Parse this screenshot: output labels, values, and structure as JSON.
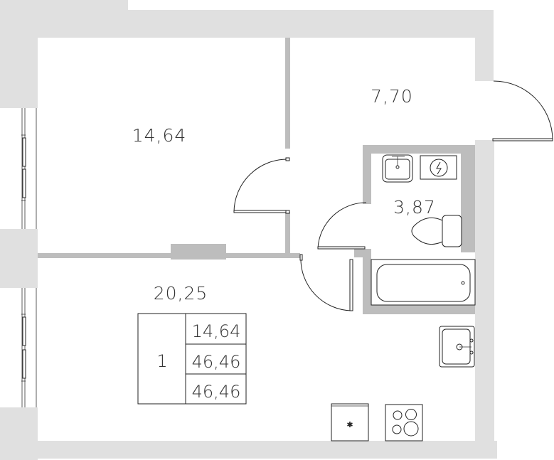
{
  "plan": {
    "type": "apartment-floor-plan",
    "rooms": [
      {
        "id": "bedroom",
        "area": "14,64"
      },
      {
        "id": "hallway",
        "area": "7,70"
      },
      {
        "id": "bathroom",
        "area": "3,87"
      },
      {
        "id": "kitchen-living",
        "area": "20,25"
      }
    ],
    "summary_table": {
      "rooms_count": "1",
      "living_area": "14,64",
      "total_area": "46,46",
      "total_area_with_balcony": "46,46"
    },
    "fixtures": [
      "bathroom-sink",
      "electric-water-heater",
      "toilet",
      "bathtub",
      "kitchen-sink",
      "refrigerator",
      "stove"
    ],
    "colors": {
      "outer_wall": "#e0e0e0",
      "inner_wall": "#bdbdbd",
      "background": "#ffffff",
      "line": "#222222"
    }
  }
}
